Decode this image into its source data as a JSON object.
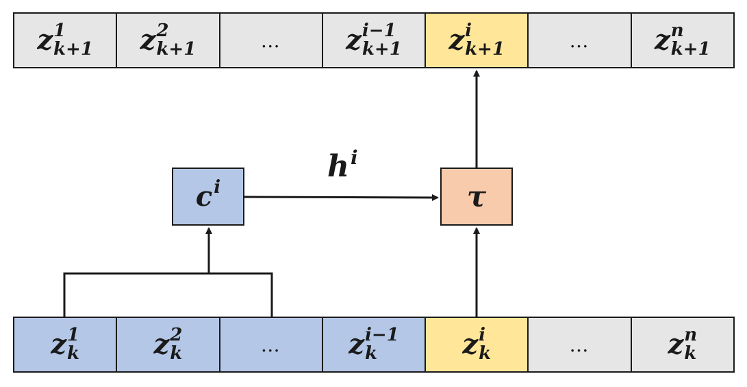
{
  "top_row": [
    {
      "base": "z",
      "sup": "1",
      "sub": "k+1",
      "color": "#e6e6e6"
    },
    {
      "base": "z",
      "sup": "2",
      "sub": "k+1",
      "color": "#e6e6e6"
    },
    {
      "ellipsis": "…",
      "color": "#e6e6e6"
    },
    {
      "base": "z",
      "sup": "i−1",
      "sub": "k+1",
      "color": "#e6e6e6"
    },
    {
      "base": "z",
      "sup": "i",
      "sub": "k+1",
      "color": "#ffe699"
    },
    {
      "ellipsis": "…",
      "color": "#e6e6e6"
    },
    {
      "base": "z",
      "sup": "n",
      "sub": "k+1",
      "color": "#e6e6e6"
    }
  ],
  "bottom_row": [
    {
      "base": "z",
      "sup": "1",
      "sub": "k",
      "color": "#b4c7e7"
    },
    {
      "base": "z",
      "sup": "2",
      "sub": "k",
      "color": "#b4c7e7"
    },
    {
      "ellipsis": "…",
      "color": "#b4c7e7"
    },
    {
      "base": "z",
      "sup": "i−1",
      "sub": "k",
      "color": "#b4c7e7"
    },
    {
      "base": "z",
      "sup": "i",
      "sub": "k",
      "color": "#ffe699"
    },
    {
      "ellipsis": "…",
      "color": "#e6e6e6"
    },
    {
      "base": "z",
      "sup": "n",
      "sub": "k",
      "color": "#e6e6e6"
    }
  ],
  "context_box": {
    "base": "c",
    "sup": "i",
    "color": "#b4c7e7"
  },
  "transition_box": {
    "label": "τ",
    "color": "#f8cbad"
  },
  "edge_label": {
    "base": "h",
    "sup": "i"
  },
  "colors": {
    "grey": "#e6e6e6",
    "blue": "#b4c7e7",
    "yellow": "#ffe699",
    "orange": "#f8cbad",
    "stroke": "#1a1a1a"
  }
}
